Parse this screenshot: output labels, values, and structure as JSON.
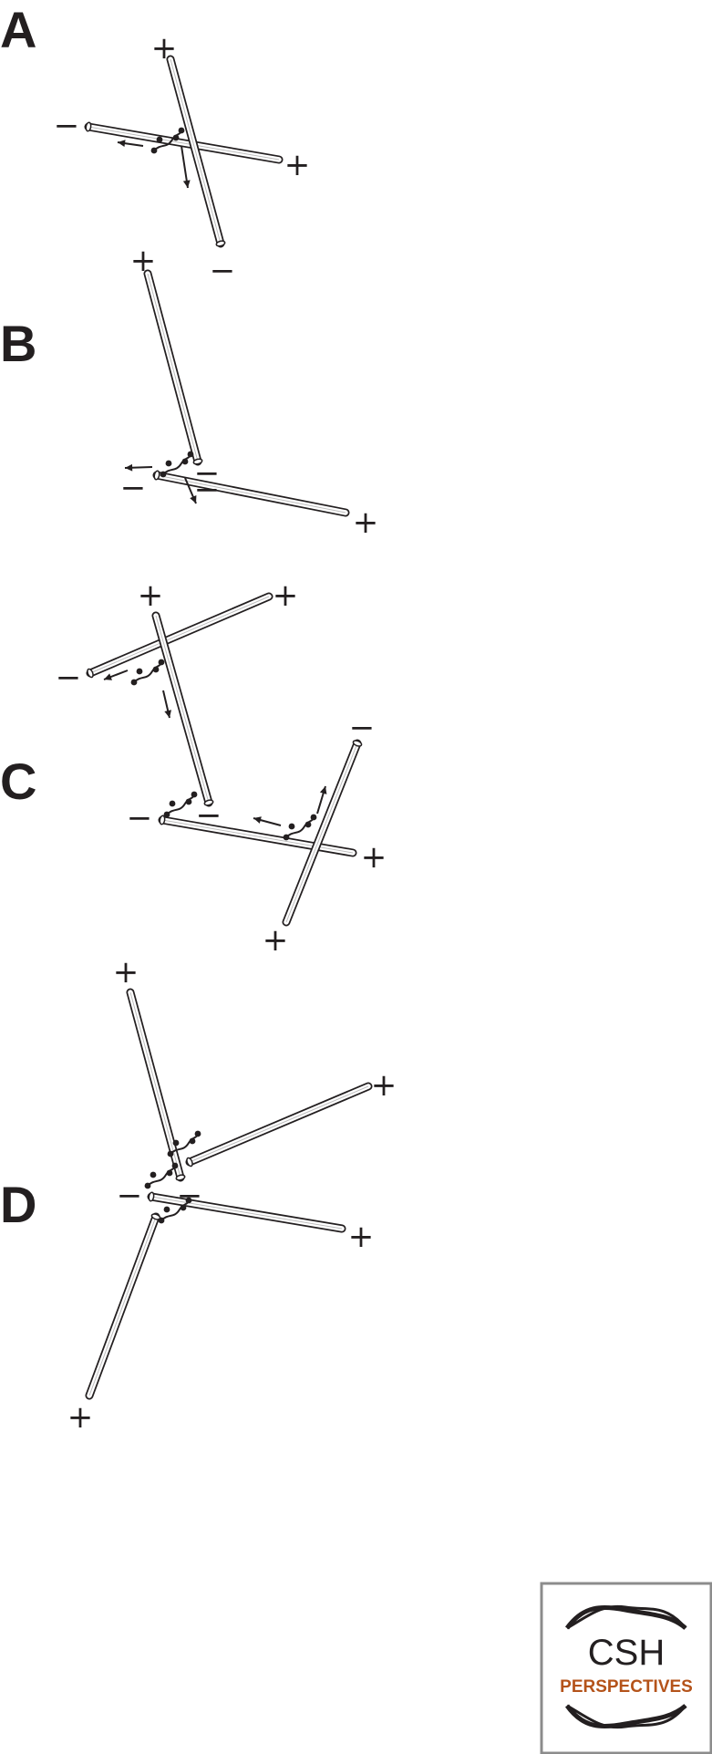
{
  "panels": [
    {
      "letter": "A",
      "filaments": [
        {
          "from": {
            "label": "−"
          },
          "to": {
            "label": "+"
          }
        },
        {
          "from": {
            "label": "−"
          },
          "to": {
            "label": "+"
          }
        }
      ]
    },
    {
      "letter": "B",
      "filaments": [
        {
          "from": {
            "label": "−"
          },
          "to": {
            "label": "+"
          }
        },
        {
          "from": {
            "label": "−"
          },
          "to": {
            "label": "+"
          }
        }
      ]
    },
    {
      "letter": "C",
      "filaments": [
        {
          "from": {
            "label": "−"
          },
          "to": {
            "label": "+"
          }
        },
        {
          "from": {
            "label": "−"
          },
          "to": {
            "label": "+"
          }
        },
        {
          "from": {
            "label": "−"
          },
          "to": {
            "label": "+"
          }
        },
        {
          "from": {
            "label": "−"
          },
          "to": {
            "label": "+"
          }
        }
      ]
    },
    {
      "letter": "D",
      "filaments": [
        {
          "from": {
            "label": ""
          },
          "to": {
            "label": "+"
          }
        },
        {
          "from": {
            "label": ""
          },
          "to": {
            "label": "+"
          }
        },
        {
          "from": {
            "label": "−"
          },
          "to": {
            "label": "+"
          }
        },
        {
          "from": {
            "label": "−"
          },
          "to": {
            "label": "+"
          }
        }
      ]
    }
  ],
  "logo": {
    "line1": "CSH",
    "line2": "PERSPECTIVES",
    "colors": {
      "text": "#231f20",
      "accent": "#b4531a",
      "border": "#8c8c8c"
    }
  }
}
